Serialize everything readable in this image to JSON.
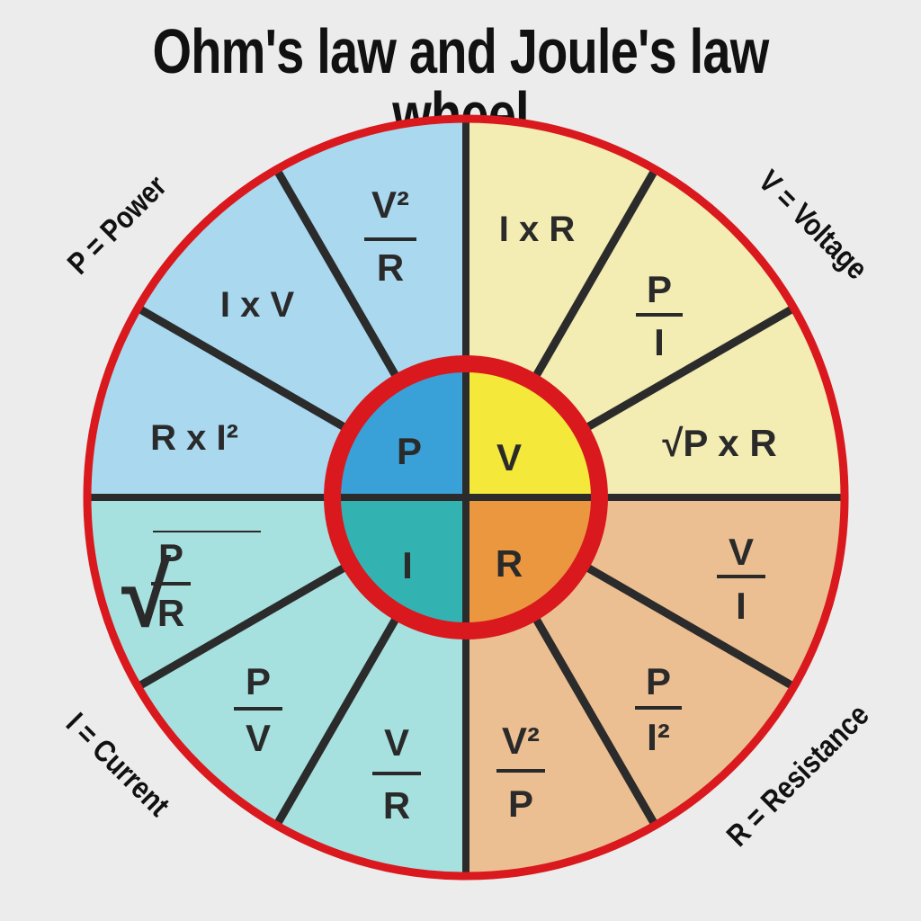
{
  "title": "Ohm's law and Joule's law wheel",
  "colors": {
    "ring": "#d9191d",
    "spoke": "#2b2b2b",
    "power_outer": "#a9d8ef",
    "voltage_outer": "#f3ecb3",
    "resistance_outer": "#ecbf92",
    "current_outer": "#a6e1e0",
    "power_core": "#3aa0d8",
    "voltage_core": "#f4e83a",
    "resistance_core": "#ea9740",
    "current_core": "#33b2b2"
  },
  "center": {
    "p": "P",
    "v": "V",
    "i": "I",
    "r": "R"
  },
  "corner_labels": {
    "power": "P = Power",
    "voltage": "V = Voltage",
    "current": "I = Current",
    "resistance": "R = Resistance"
  },
  "formulas": {
    "v2_over_r": {
      "num": "V²",
      "den": "R"
    },
    "i_x_v": "I x V",
    "r_x_i2": "R x I²",
    "i_x_r": "I x R",
    "p_over_i": {
      "num": "P",
      "den": "I"
    },
    "sqrt_p_x_r": "√P x R",
    "v_over_i": {
      "num": "V",
      "den": "I"
    },
    "p_over_i2": {
      "num": "P",
      "den": "I²"
    },
    "v2_over_p": {
      "num": "V²",
      "den": "P"
    },
    "v_over_r": {
      "num": "V",
      "den": "R"
    },
    "p_over_v": {
      "num": "P",
      "den": "V"
    },
    "sqrt_p_over_r": {
      "num": "P",
      "den": "R",
      "radical": "√"
    }
  }
}
